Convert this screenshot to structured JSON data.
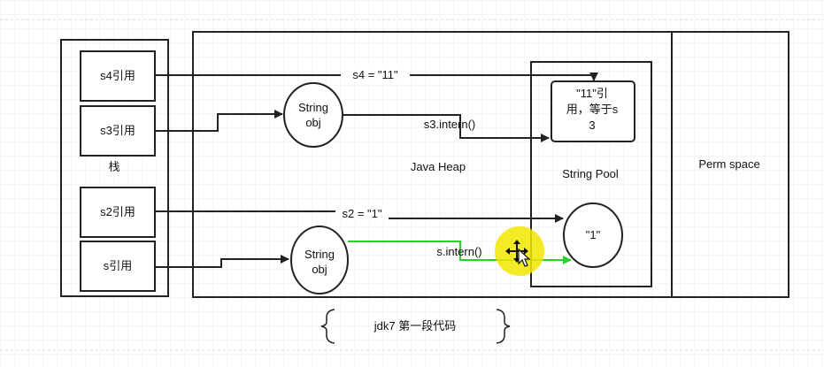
{
  "stack": {
    "label": "栈",
    "items": [
      "s4引用",
      "s3引用",
      "s2引用",
      "s引用"
    ]
  },
  "heap": {
    "label": "Java Heap",
    "obj_top": [
      "String",
      "obj"
    ],
    "obj_bottom": [
      "String",
      "obj"
    ]
  },
  "pool": {
    "label": "String Pool",
    "ref_box": [
      "\"11\"引",
      "用，等于s",
      "3"
    ],
    "literal": "\"1\""
  },
  "perm": {
    "label": "Perm space"
  },
  "arrows": {
    "s4": "s4 = \"11\"",
    "s3_intern": "s3.intern()",
    "s2": "s2 = \"1\"",
    "s_intern": "s.intern()"
  },
  "caption": "jdk7 第一段代码",
  "colors": {
    "intern_arrow": "#2bd12b",
    "cursor_highlight": "#f2e600",
    "grid": "#e6e6e6"
  }
}
